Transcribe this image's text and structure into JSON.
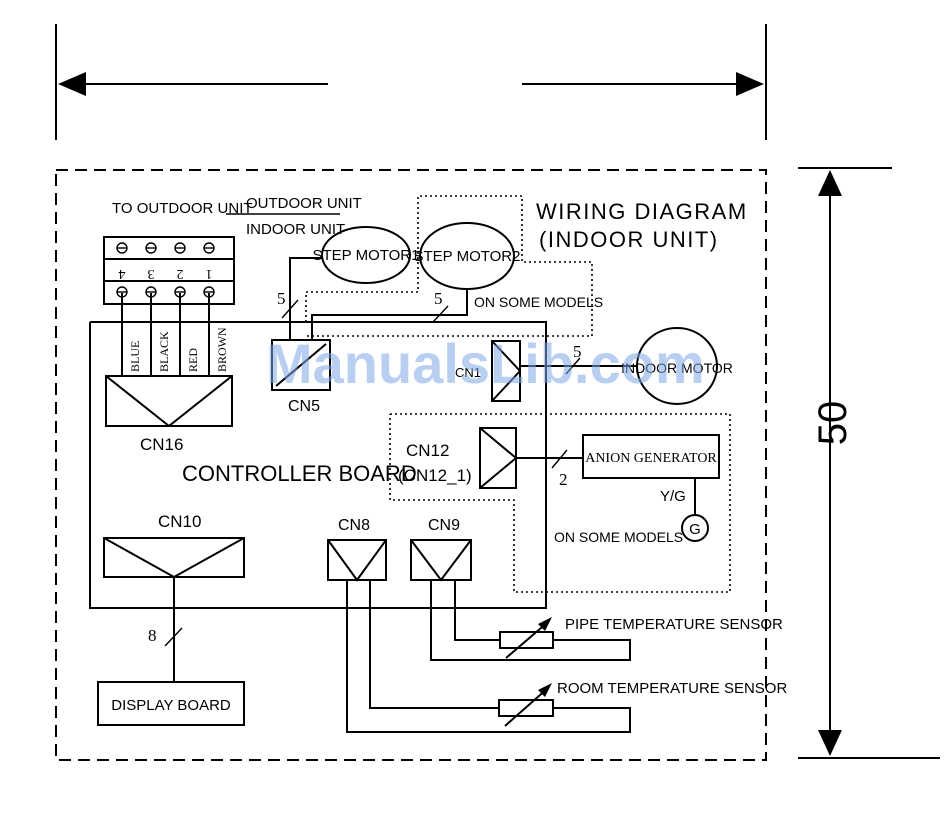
{
  "dimension": {
    "value": "50"
  },
  "title": {
    "line1": "WIRING DIAGRAM",
    "line2": "(INDOOR UNIT)"
  },
  "terminal": {
    "to_outdoor": "TO OUTDOOR UNIT",
    "outdoor_unit": "OUTDOOR UNIT",
    "indoor_unit": "INDOOR UNIT",
    "numbers": [
      "4",
      "3",
      "2",
      "1"
    ],
    "wire_colors": [
      "BLUE",
      "BLACK",
      "RED",
      "BROWN"
    ]
  },
  "motors": {
    "step1": "STEP MOTOR1",
    "step2": "STEP MOTOR2",
    "indoor_fan": "INDOOR MOTOR",
    "on_some_models_1": "ON SOME MODELS"
  },
  "wire_counts": {
    "cn5_a": "5",
    "cn5_b": "5",
    "fan": "5",
    "anion": "2",
    "display": "8"
  },
  "connectors": {
    "cn5": "CN5",
    "cn16": "CN16",
    "cn10": "CN10",
    "cn8": "CN8",
    "cn9": "CN9",
    "cn12": "CN12",
    "cn12_alt": "(CN12_1)",
    "cn_fan": "CN1"
  },
  "board": {
    "label": "CONTROLLER BOARD"
  },
  "anion": {
    "label": "ANION GENERATOR",
    "ground_label": "Y/G",
    "ground_symbol": "G",
    "on_some_models": "ON SOME MODELS"
  },
  "sensors": {
    "pipe": "PIPE TEMPERATURE SENSOR",
    "room": "ROOM TEMPERATURE SENSOR"
  },
  "display": {
    "label": "DISPLAY BOARD"
  },
  "watermark": "ManualsLib.com"
}
